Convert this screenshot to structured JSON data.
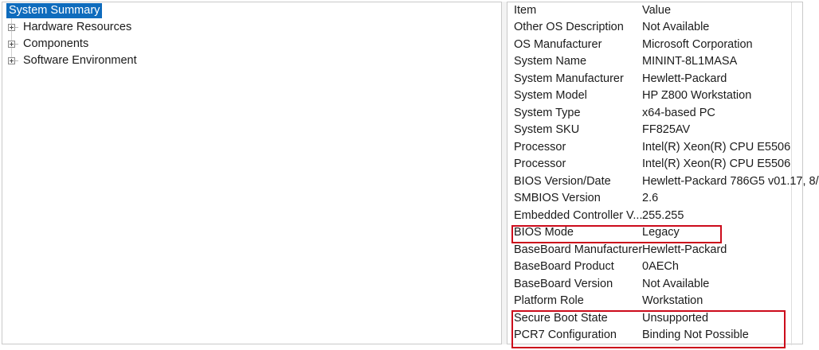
{
  "tree": {
    "items": [
      {
        "label": "System Summary",
        "expandable": false,
        "selected": true
      },
      {
        "label": "Hardware Resources",
        "expandable": true,
        "selected": false
      },
      {
        "label": "Components",
        "expandable": true,
        "selected": false
      },
      {
        "label": "Software Environment",
        "expandable": true,
        "selected": false
      }
    ]
  },
  "detail": {
    "columns": {
      "item": "Item",
      "value": "Value"
    },
    "rows": [
      {
        "item": "Other OS Description",
        "value": "Not Available"
      },
      {
        "item": "OS Manufacturer",
        "value": "Microsoft Corporation"
      },
      {
        "item": "System Name",
        "value": "MININT-8L1MASA"
      },
      {
        "item": "System Manufacturer",
        "value": "Hewlett-Packard"
      },
      {
        "item": "System Model",
        "value": "HP Z800 Workstation"
      },
      {
        "item": "System Type",
        "value": "x64-based PC"
      },
      {
        "item": "System SKU",
        "value": "FF825AV"
      },
      {
        "item": "Processor",
        "value": "Intel(R) Xeon(R) CPU          E5506"
      },
      {
        "item": "Processor",
        "value": "Intel(R) Xeon(R) CPU          E5506"
      },
      {
        "item": "BIOS Version/Date",
        "value": "Hewlett-Packard 786G5 v01.17, 8/"
      },
      {
        "item": "SMBIOS Version",
        "value": "2.6"
      },
      {
        "item": "Embedded Controller V...",
        "value": "255.255"
      },
      {
        "item": "BIOS Mode",
        "value": "Legacy"
      },
      {
        "item": "BaseBoard Manufacturer",
        "value": "Hewlett-Packard"
      },
      {
        "item": "BaseBoard Product",
        "value": "0AECh"
      },
      {
        "item": "BaseBoard Version",
        "value": "Not Available"
      },
      {
        "item": "Platform Role",
        "value": "Workstation"
      },
      {
        "item": "Secure Boot State",
        "value": "Unsupported"
      },
      {
        "item": "PCR7 Configuration",
        "value": "Binding Not Possible"
      }
    ]
  },
  "annotations": {
    "color": "#cc0b1b",
    "boxes": [
      {
        "name": "bios-mode-highlight",
        "targets": [
          "BIOS Mode"
        ]
      },
      {
        "name": "secure-boot-highlight",
        "targets": [
          "Secure Boot State",
          "PCR7 Configuration"
        ]
      }
    ]
  },
  "colors": {
    "selection": "#0f6cbd",
    "selection_text": "#ffffff",
    "annotation_red": "#cc0b1b",
    "pane_border": "#c9c9c9",
    "background": "#ffffff",
    "text": "#1b1b1b"
  }
}
